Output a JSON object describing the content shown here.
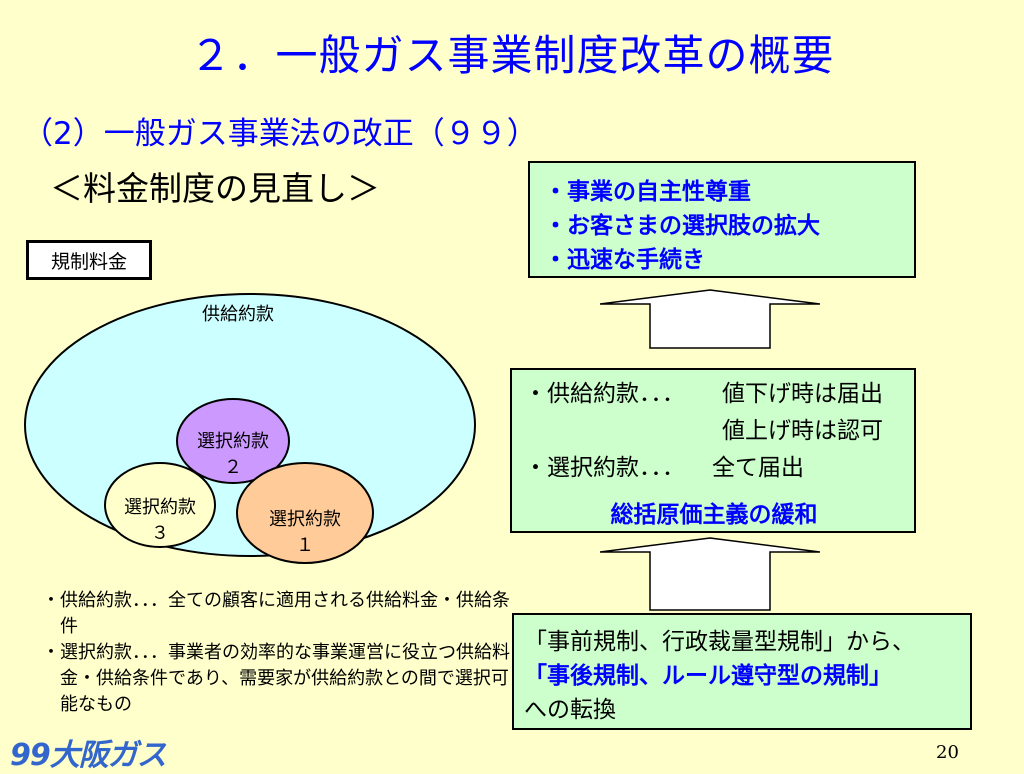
{
  "slide": {
    "title": "２．一般ガス事業制度改革の概要",
    "subtitle": "（2）一般ガス事業法の改正（９９）",
    "section": "＜料金制度の見直し＞",
    "page_number": "20"
  },
  "regulated_label": "規制料金",
  "diagram": {
    "outer": "供給約款",
    "option2": [
      "選択約款",
      "２"
    ],
    "option3": [
      "選択約款",
      "３"
    ],
    "option1": [
      "選択約款",
      "１"
    ],
    "colors": {
      "outer_fill": "#CCFFFF",
      "option2_fill": "#CC99FF",
      "option3_fill": "#FFFFCC",
      "option1_fill": "#FFCC99"
    }
  },
  "top_box": {
    "lines": [
      "・事業の自主性尊重",
      "・お客さまの選択肢の拡大",
      "・迅速な手続き"
    ]
  },
  "middle_box": {
    "row1_label": "・供給約款．．．",
    "row1_value": "値下げ時は届出",
    "row2_value": "値上げ時は認可",
    "row3_label": "・選択約款．．．",
    "row3_value": "全て届出",
    "emphasis": "総括原価主義の緩和"
  },
  "bottom_box": {
    "line1": "「事前規制、行政裁量型規制」から、",
    "line2": "「事後規制、ルール遵守型の規制」",
    "line3": "への転換"
  },
  "notes": [
    "・供給約款．．．全ての顧客に適用される供給料金・供給条件",
    "・選択約款．．．事業者の効率的な事業運営に役立つ供給料金・供給条件であり、需要家が供給約款との間で選択可能なもの"
  ],
  "logo": {
    "text": "大阪ガス",
    "mark": "99",
    "color": "#3366CC"
  },
  "colors": {
    "background": "#FFFFCC",
    "box_fill": "#CCFFCC",
    "accent_blue": "#0000FF"
  }
}
